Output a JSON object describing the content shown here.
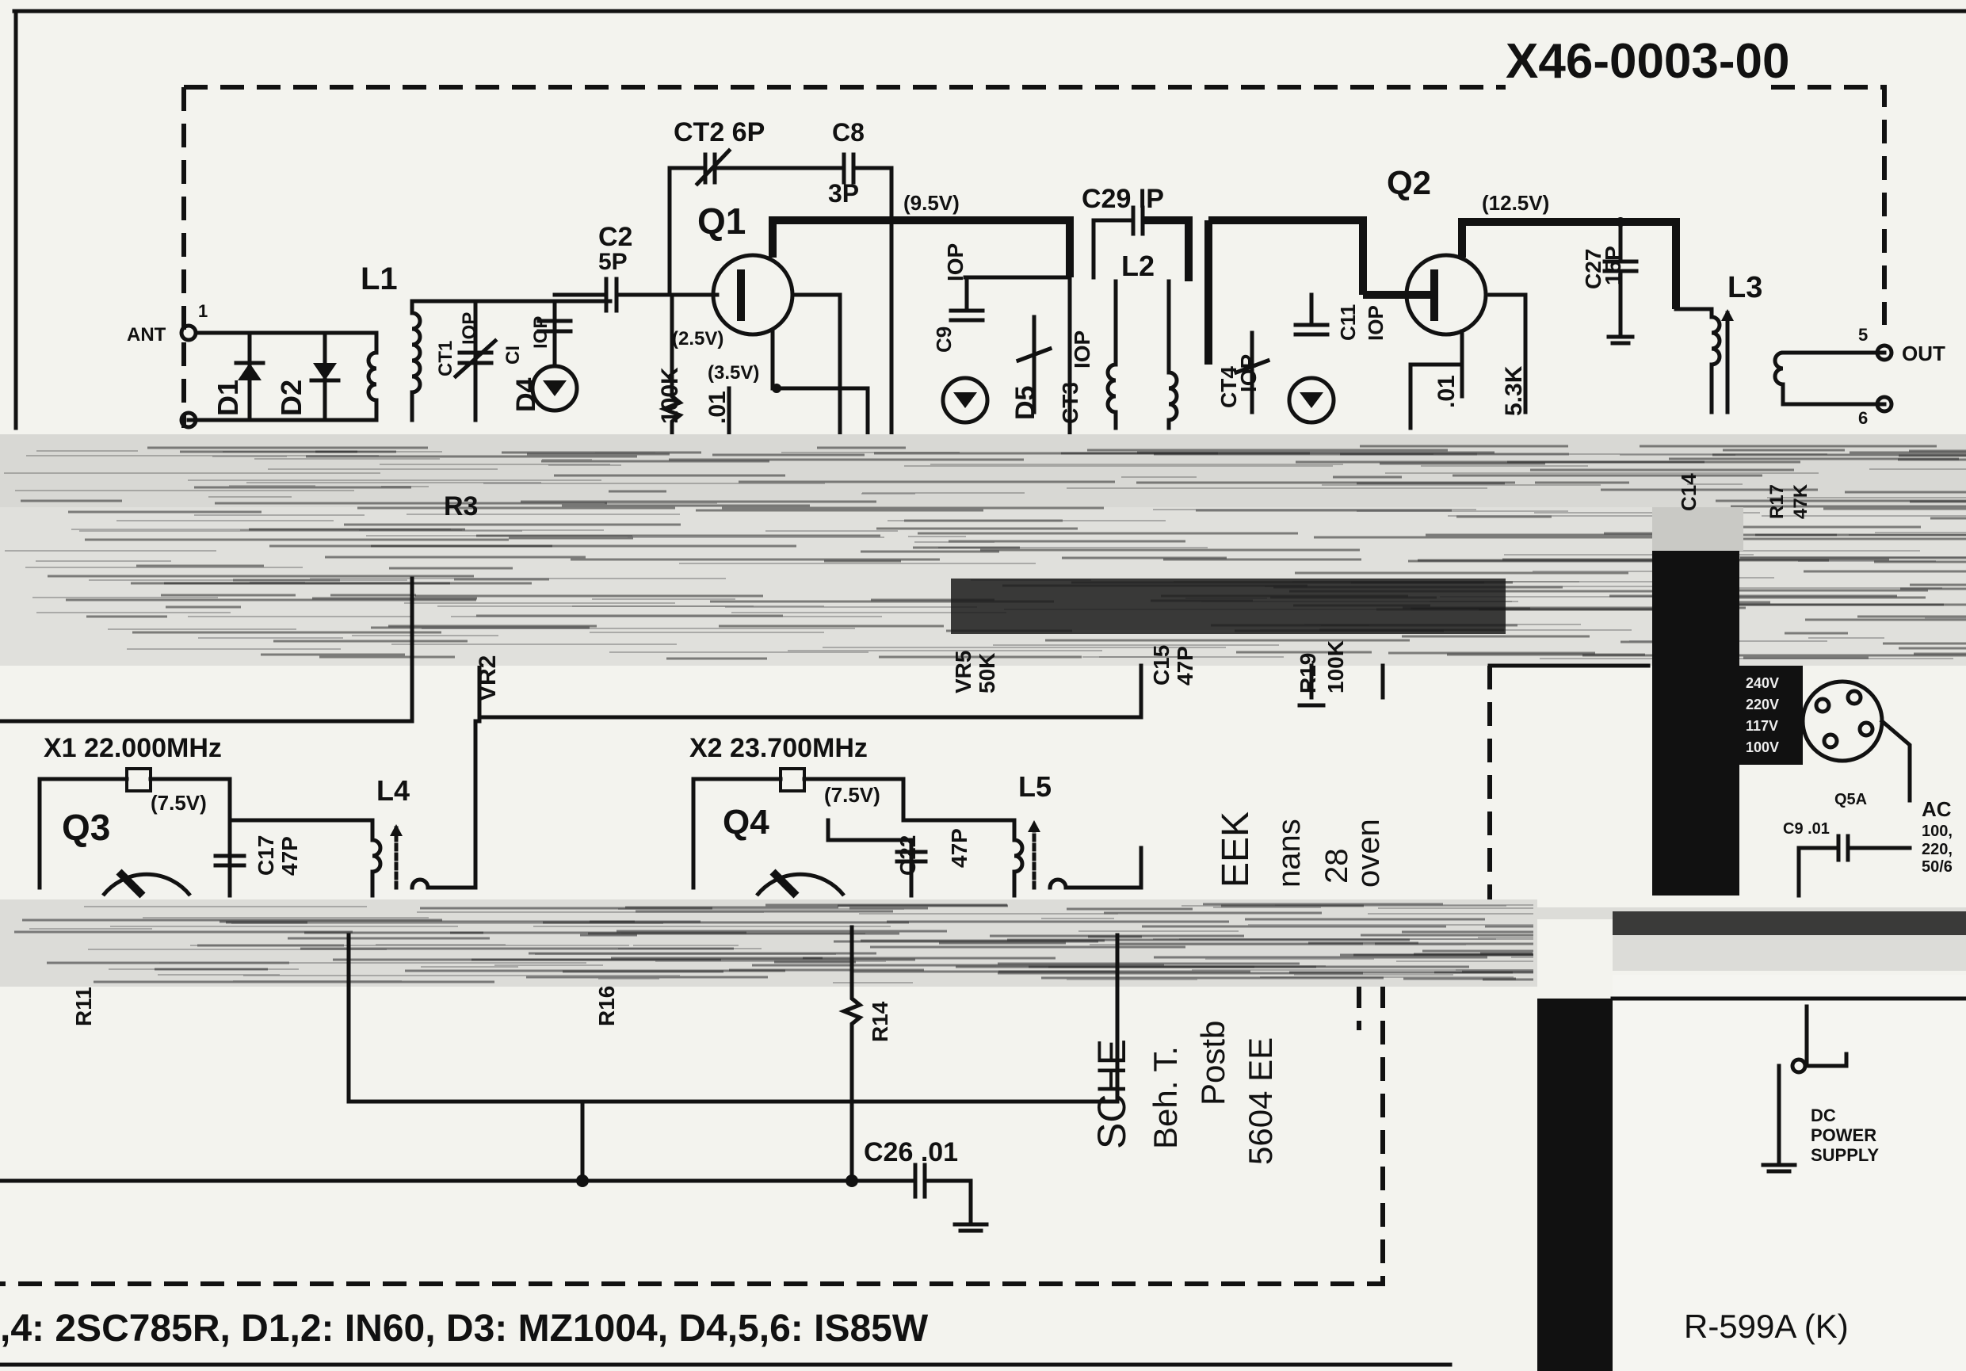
{
  "document": {
    "part_number": "X46-0003-00",
    "model": "R-599A (K)",
    "semiconductor_note": ",4: 2SC785R, D1,2: IN60, D3: MZ1004, D4,5,6: IS85W"
  },
  "ports": {
    "ant": "ANT",
    "out": "OUT",
    "pin1": "1",
    "pin5": "5",
    "pin6": "6"
  },
  "transistors": {
    "q1": "Q1",
    "q2": "Q2",
    "q3": "Q3",
    "q4": "Q4"
  },
  "voltages": {
    "q1_drain": "(9.5V)",
    "q1_gate": "(2.5V)",
    "q1_source": "(3.5V)",
    "q2_drain": "(12.5V)",
    "q3": "(7.5V)",
    "q4": "(7.5V)"
  },
  "crystals": {
    "x1": "X1  22.000MHz",
    "x2": "X2  23.700MHz"
  },
  "inductors": {
    "l1": "L1",
    "l2": "L2",
    "l3": "L3",
    "l4": "L4",
    "l5": "L5"
  },
  "capacitors": {
    "ct2": "CT2  6P",
    "c8": "C8",
    "c8_val": "3P",
    "c2": "C2",
    "c2_val": "5P",
    "c29": "C29  IP",
    "c27": "C27",
    "c27_val": "15P",
    "c9": "C9",
    "c9_val": "IOP",
    "ct3": "CT3",
    "ct3_val": "IOP",
    "ct1": "CT1",
    "ct1_val": "IOP",
    "c1": "CI",
    "c1_val": "IOP",
    "ct4": "CT4",
    "ct4_val": "IOP",
    "c11": "C11",
    "c11_val": "IOP",
    "c17": "C17",
    "c17_val": "47P",
    "c22": "C22",
    "c22_val": "47P",
    "c26": "C26  .01",
    "c14": "C14",
    "c15": "C15",
    "c15_val": "47P",
    "c9_ac": "C9  .01"
  },
  "resistors": {
    "r100k": "100K",
    "r01": ".01",
    "r53k": "5.3K",
    "r01b": ".01",
    "vr2": "VR2",
    "vr5": "VR5",
    "vr5_val": "50K",
    "r19": "R19",
    "r19_val": "100K",
    "r14": "R14",
    "r3": "R3",
    "r11": "R11",
    "r16": "R16",
    "r17": "R17",
    "r17_val": "47K"
  },
  "diodes": {
    "d1": "D1",
    "d2": "D2",
    "d4": "D4",
    "d5": "D5"
  },
  "ac_selector": {
    "voltages": [
      "240V",
      "220V",
      "117V",
      "100V"
    ],
    "fuse": "Q5A",
    "ac": "AC",
    "ac_vals": [
      "100,",
      "220,",
      "50/6"
    ],
    "dc_supply": "DC\nPOWER\nSUPPLY"
  },
  "stamp": {
    "lines": [
      "SCHE",
      "Beh. T.",
      "Postb",
      "5604 EE"
    ],
    "right_lines": [
      "EEK",
      "nans",
      "28",
      "oven"
    ]
  }
}
